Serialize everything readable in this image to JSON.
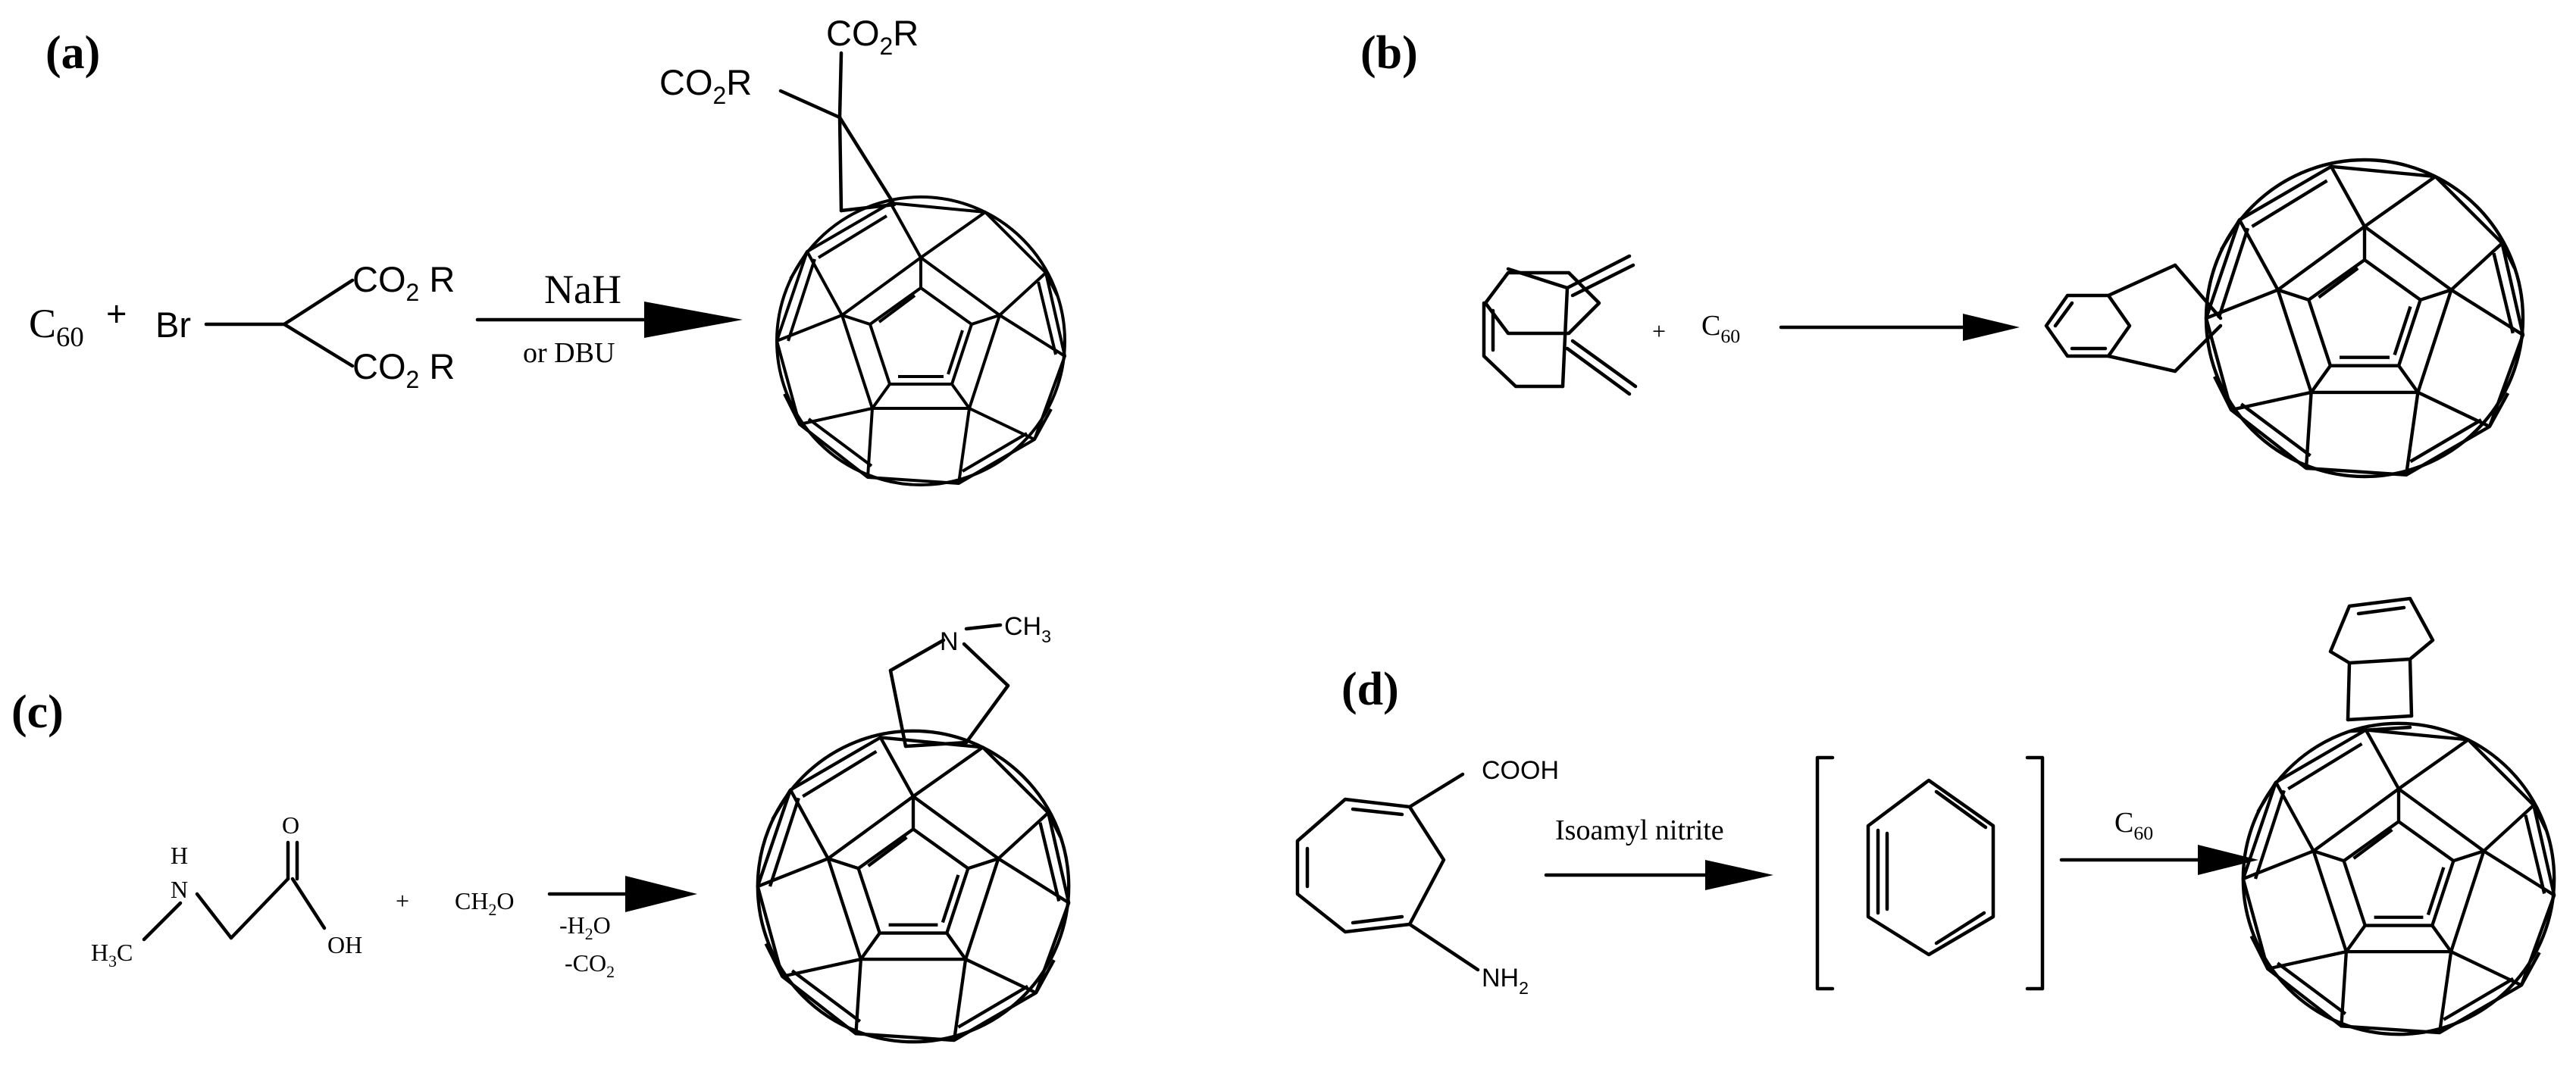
{
  "panels": {
    "a": {
      "label": "(a)",
      "reactant_c": "C",
      "reactant_c_sub": "60",
      "plus": "+",
      "br": "Br",
      "co2r_top_a": "CO",
      "co2r_top_sub": "2",
      "co2r_top_b": " R",
      "co2r_bot_a": "CO",
      "co2r_bot_sub": "2",
      "co2r_bot_b": " R",
      "reagent_top": "NaH",
      "reagent_bottom": "or DBU",
      "prod_co2r_left_a": "CO",
      "prod_co2r_left_sub": "2",
      "prod_co2r_left_b": "R",
      "prod_co2r_top_a": "CO",
      "prod_co2r_top_sub": "2",
      "prod_co2r_top_b": "R"
    },
    "b": {
      "label": "(b)",
      "plus": "+",
      "reagent_c": "C",
      "reagent_c_sub": "60"
    },
    "c": {
      "label": "(c)",
      "atom_n": "N",
      "atom_h": "H",
      "h3c_a": "H",
      "h3c_sub": "3",
      "h3c_b": "C",
      "oh": "OH",
      "carbonyl_o": "O",
      "plus": "+",
      "ch2o_a": "CH",
      "ch2o_sub": "2",
      "ch2o_b": "O",
      "cond_1a": "-H",
      "cond_1sub": "2",
      "cond_1b": "O",
      "cond_2a": "-CO",
      "cond_2sub": "2",
      "prod_n": "N",
      "prod_ch3_a": "CH",
      "prod_ch3_sub": "3"
    },
    "d": {
      "label": "(d)",
      "cooh": "COOH",
      "nh2_a": "NH",
      "nh2_sub": "2",
      "reagent": "Isoamyl nitrite",
      "c60_a": "C",
      "c60_sub": "60"
    }
  }
}
